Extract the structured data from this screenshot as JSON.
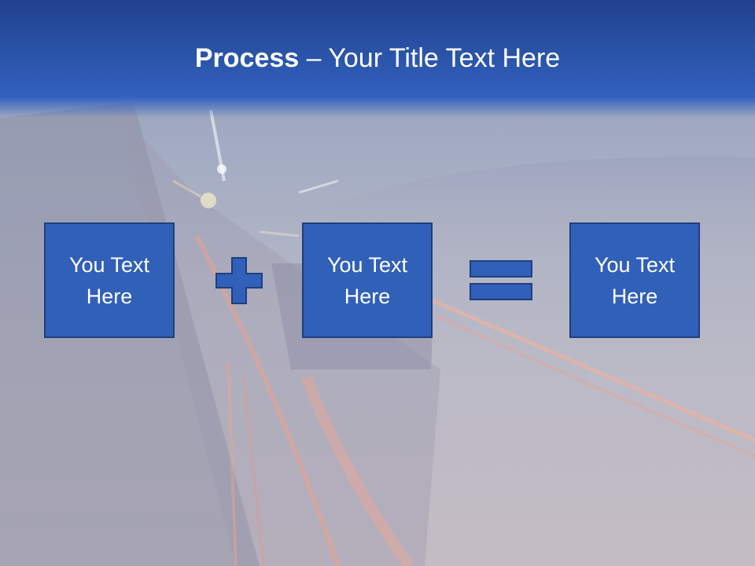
{
  "title": {
    "bold": "Process",
    "rest": " – Your Title Text Here"
  },
  "boxes": [
    {
      "text": "You Text Here"
    },
    {
      "text": "You Text Here"
    },
    {
      "text": "You Text Here"
    }
  ],
  "operators": [
    "plus-icon",
    "equals-icon"
  ],
  "colors": {
    "header": "#2c57ad",
    "box_fill": "#3160b8",
    "box_border": "#1f3f7e",
    "text": "#ffffff"
  }
}
